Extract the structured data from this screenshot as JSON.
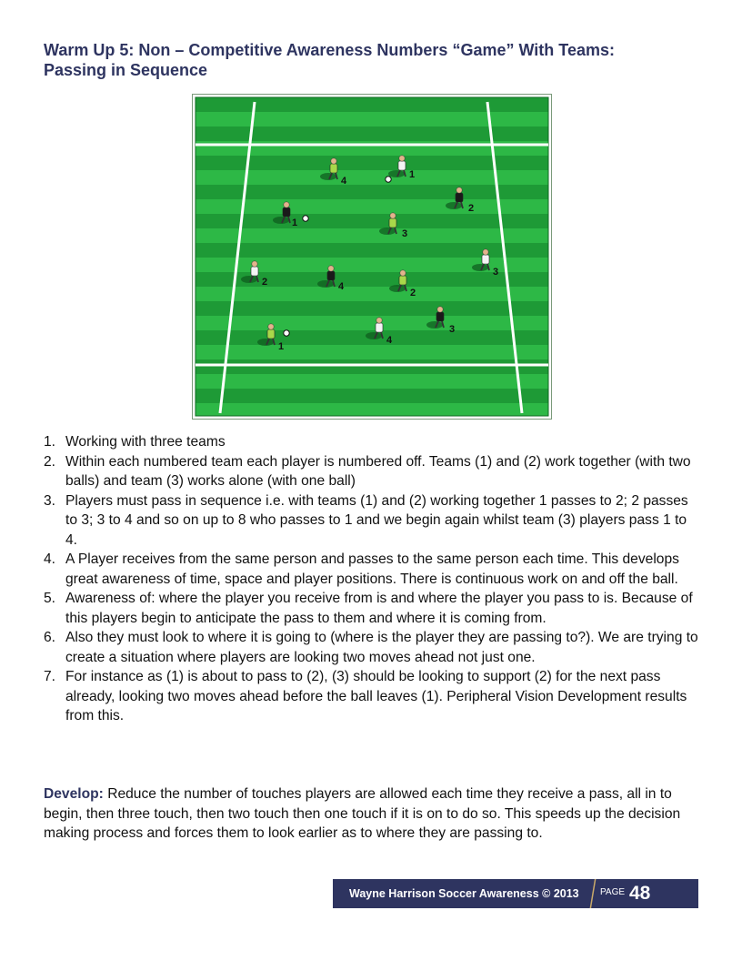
{
  "title": {
    "line1": "Warm Up 5: Non – Competitive Awareness Numbers “Game” With Teams:",
    "line2": "Passing in Sequence"
  },
  "diagram": {
    "colors": {
      "grass_dark": "#1e9a36",
      "grass_light": "#2db846",
      "team_white": "#f4f4f4",
      "team_black": "#1a1a1a",
      "team_green": "#a8d84a"
    },
    "players": [
      {
        "team": "green",
        "number": "4"
      },
      {
        "team": "white",
        "number": "1"
      },
      {
        "team": "black",
        "number": "2"
      },
      {
        "team": "black",
        "number": "1"
      },
      {
        "team": "green",
        "number": "3"
      },
      {
        "team": "white",
        "number": "3"
      },
      {
        "team": "white",
        "number": "2"
      },
      {
        "team": "black",
        "number": "4"
      },
      {
        "team": "green",
        "number": "2"
      },
      {
        "team": "black",
        "number": "3"
      },
      {
        "team": "white",
        "number": "4"
      },
      {
        "team": "green",
        "number": "1"
      }
    ]
  },
  "list": [
    {
      "num": "1.",
      "text": "Working with three teams"
    },
    {
      "num": "2.",
      "text": "Within each numbered team each player is numbered off. Teams (1) and (2) work together (with two balls) and team (3) works alone (with one ball)"
    },
    {
      "num": "3.",
      "text": "Players must pass in sequence i.e. with teams (1) and (2) working together 1 passes to 2;  2 passes to 3; 3 to 4 and so on up to 8 who passes to 1 and we begin again whilst team (3) players pass 1 to 4."
    },
    {
      "num": "4.",
      "text": "A Player receives from the same person and passes to the same person each time. This develops great awareness of time, space and player positions. There is continuous work on and off the ball."
    },
    {
      "num": "5.",
      "text": "Awareness of: where the player you receive from is and where the player you pass to is. Because of this players begin to anticipate the pass to them and where it is coming from."
    },
    {
      "num": "6.",
      "text": "Also they must look to where it is going to (where is the player they are passing to?). We are trying to create a situation where players are looking two moves ahead not just one."
    },
    {
      "num": "7.",
      "text": "For instance as (1) is about to pass to (2), (3) should be looking to support (2) for the next pass already, looking two moves ahead before the ball leaves (1). Peripheral Vision Development results from this."
    }
  ],
  "develop": {
    "label": "Develop:",
    "text": " Reduce the number of touches players are allowed each time they receive a pass, all in to begin, then three touch, then two touch then one touch if it is on to do so. This speeds up the decision making process and forces them to look earlier as to where they are passing to."
  },
  "footer": {
    "credit": "Wayne Harrison Soccer Awareness © 2013",
    "page_label": "PAGE",
    "page_number": "48",
    "bar_color": "#2e3460"
  }
}
